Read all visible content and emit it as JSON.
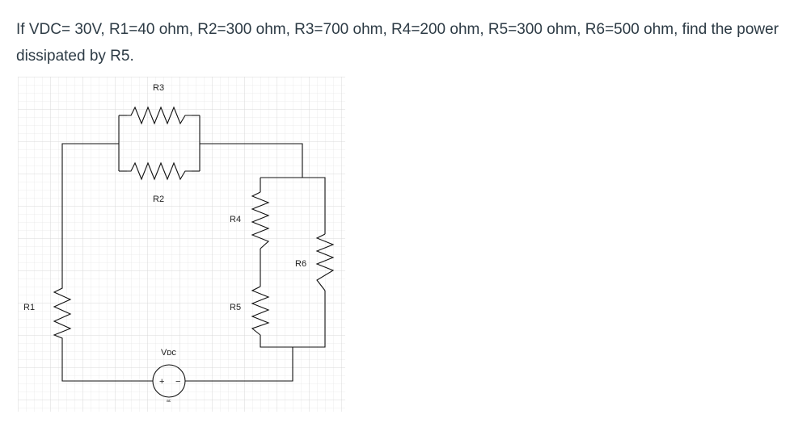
{
  "question": {
    "text": "If VDC= 30V, R1=40 ohm, R2=300 ohm, R3=700 ohm, R4=200 ohm, R5=300 ohm, R6=500 ohm, find the power dissipated by R5."
  },
  "circuit": {
    "labels": {
      "r3": "R3",
      "r2": "R2",
      "r4": "R4",
      "r6": "R6",
      "r1": "R1",
      "r5": "R5",
      "vdc": "Vᴅᴄ",
      "plus": "+",
      "minus": "−",
      "ac": "ac"
    }
  }
}
